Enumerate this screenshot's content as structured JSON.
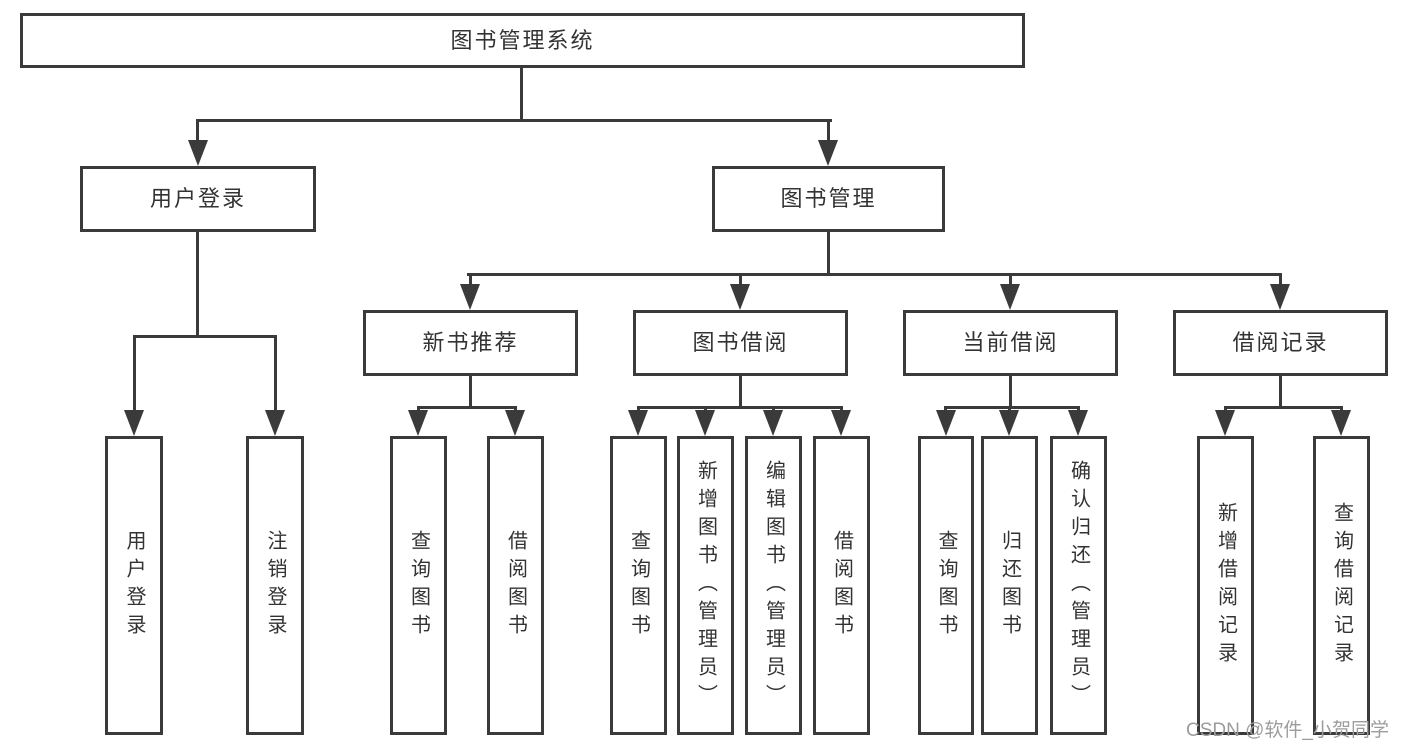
{
  "diagram": {
    "root": {
      "label": "图书管理系统"
    },
    "branches": [
      {
        "label": "用户登录",
        "children": [
          {
            "label": "用户登录"
          },
          {
            "label": "注销登录"
          }
        ]
      },
      {
        "label": "图书管理",
        "children": [
          {
            "label": "新书推荐",
            "children": [
              {
                "label": "查询图书"
              },
              {
                "label": "借阅图书"
              }
            ]
          },
          {
            "label": "图书借阅",
            "children": [
              {
                "label": "查询图书"
              },
              {
                "label": "新增图书（管理员）"
              },
              {
                "label": "编辑图书（管理员）"
              },
              {
                "label": "借阅图书"
              }
            ]
          },
          {
            "label": "当前借阅",
            "children": [
              {
                "label": "查询图书"
              },
              {
                "label": "归还图书"
              },
              {
                "label": "确认归还（管理员）"
              }
            ]
          },
          {
            "label": "借阅记录",
            "children": [
              {
                "label": "新增借阅记录"
              },
              {
                "label": "查询借阅记录"
              }
            ]
          }
        ]
      }
    ]
  },
  "watermark": {
    "text": "CSDN @软件_小贺同学"
  },
  "colors": {
    "line": "#3a3a3a",
    "text": "#333333",
    "watermark": "#9c9c9c",
    "background": "#ffffff"
  }
}
